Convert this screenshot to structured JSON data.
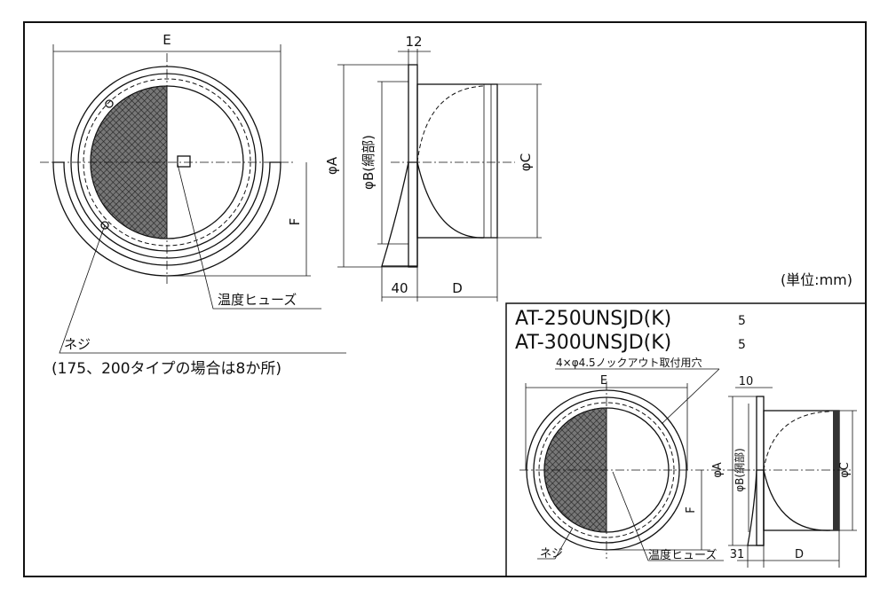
{
  "main": {
    "dim_E": "E",
    "dim_12": "12",
    "dim_phiA": "φA",
    "dim_phiB": "φB(網部)",
    "dim_phiC": "φC",
    "dim_F": "F",
    "dim_40": "40",
    "dim_D": "D",
    "unit": "(単位:mm)",
    "label_fuse": "温度ヒューズ",
    "label_screw": "ネジ",
    "note_screw": "(175、200タイプの場合は8か所)"
  },
  "inset": {
    "model_1": "AT-250UNSJD(K)",
    "model_1_suffix": "5",
    "model_2": "AT-300UNSJD(K)",
    "model_2_suffix": "5",
    "knockout": "4×φ4.5ノックアウト取付用穴",
    "dim_E": "E",
    "dim_10": "10",
    "dim_phiA": "φA",
    "dim_phiB": "φB(網部)",
    "dim_phiC": "φC",
    "dim_F": "F",
    "dim_31": "31",
    "dim_D": "D",
    "label_screw": "ネジ",
    "label_fuse": "温度ヒューズ"
  }
}
